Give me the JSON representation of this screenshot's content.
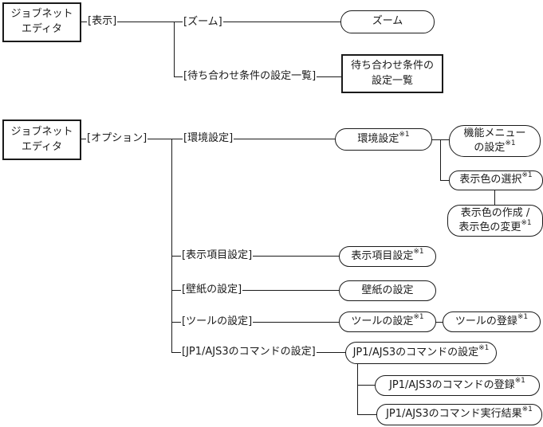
{
  "diagram": {
    "title": "Jobnet Editor window menu tree",
    "note_marker": "※1",
    "colors": {
      "line": "#1a1a1a",
      "background": "#ffffff"
    }
  },
  "nodes": {
    "editor1": {
      "text": "ジョブネット\nエディタ"
    },
    "menu_view": {
      "text": "[表示]"
    },
    "menu_zoom": {
      "text": "[ズーム]"
    },
    "win_zoom": {
      "text": "ズーム"
    },
    "menu_wait": {
      "text": "[待ち合わせ条件の設定一覧]"
    },
    "win_wait": {
      "text": "待ち合わせ条件の\n設定一覧"
    },
    "editor2": {
      "text": "ジョブネット\nエディタ"
    },
    "menu_option": {
      "text": "[オプション]"
    },
    "menu_env": {
      "text": "[環境設定]"
    },
    "win_env": {
      "text": "環境設定",
      "sup": "※1"
    },
    "win_funcmenu": {
      "text": "機能メニュー\nの設定",
      "sup": "※1"
    },
    "win_colorsel": {
      "text": "表示色の選択",
      "sup": "※1"
    },
    "win_colormake": {
      "text": "表示色の作成 /\n表示色の変更",
      "sup": "※1"
    },
    "menu_dispitem": {
      "text": "[表示項目設定]"
    },
    "win_dispitem": {
      "text": "表示項目設定",
      "sup": "※1"
    },
    "menu_wallpaper": {
      "text": "[壁紙の設定]"
    },
    "win_wallpaper": {
      "text": "壁紙の設定"
    },
    "menu_tool": {
      "text": "[ツールの設定]"
    },
    "win_tool": {
      "text": "ツールの設定",
      "sup": "※1"
    },
    "win_toolreg": {
      "text": "ツールの登録",
      "sup": "※1"
    },
    "menu_jp1cmd": {
      "text": "[JP1/AJS3のコマンドの設定]"
    },
    "win_jp1cmd": {
      "text": "JP1/AJS3のコマンドの設定",
      "sup": "※1"
    },
    "win_jp1reg": {
      "text": "JP1/AJS3のコマンドの登録",
      "sup": "※1"
    },
    "win_jp1result": {
      "text": "JP1/AJS3のコマンド実行結果",
      "sup": "※1"
    }
  }
}
